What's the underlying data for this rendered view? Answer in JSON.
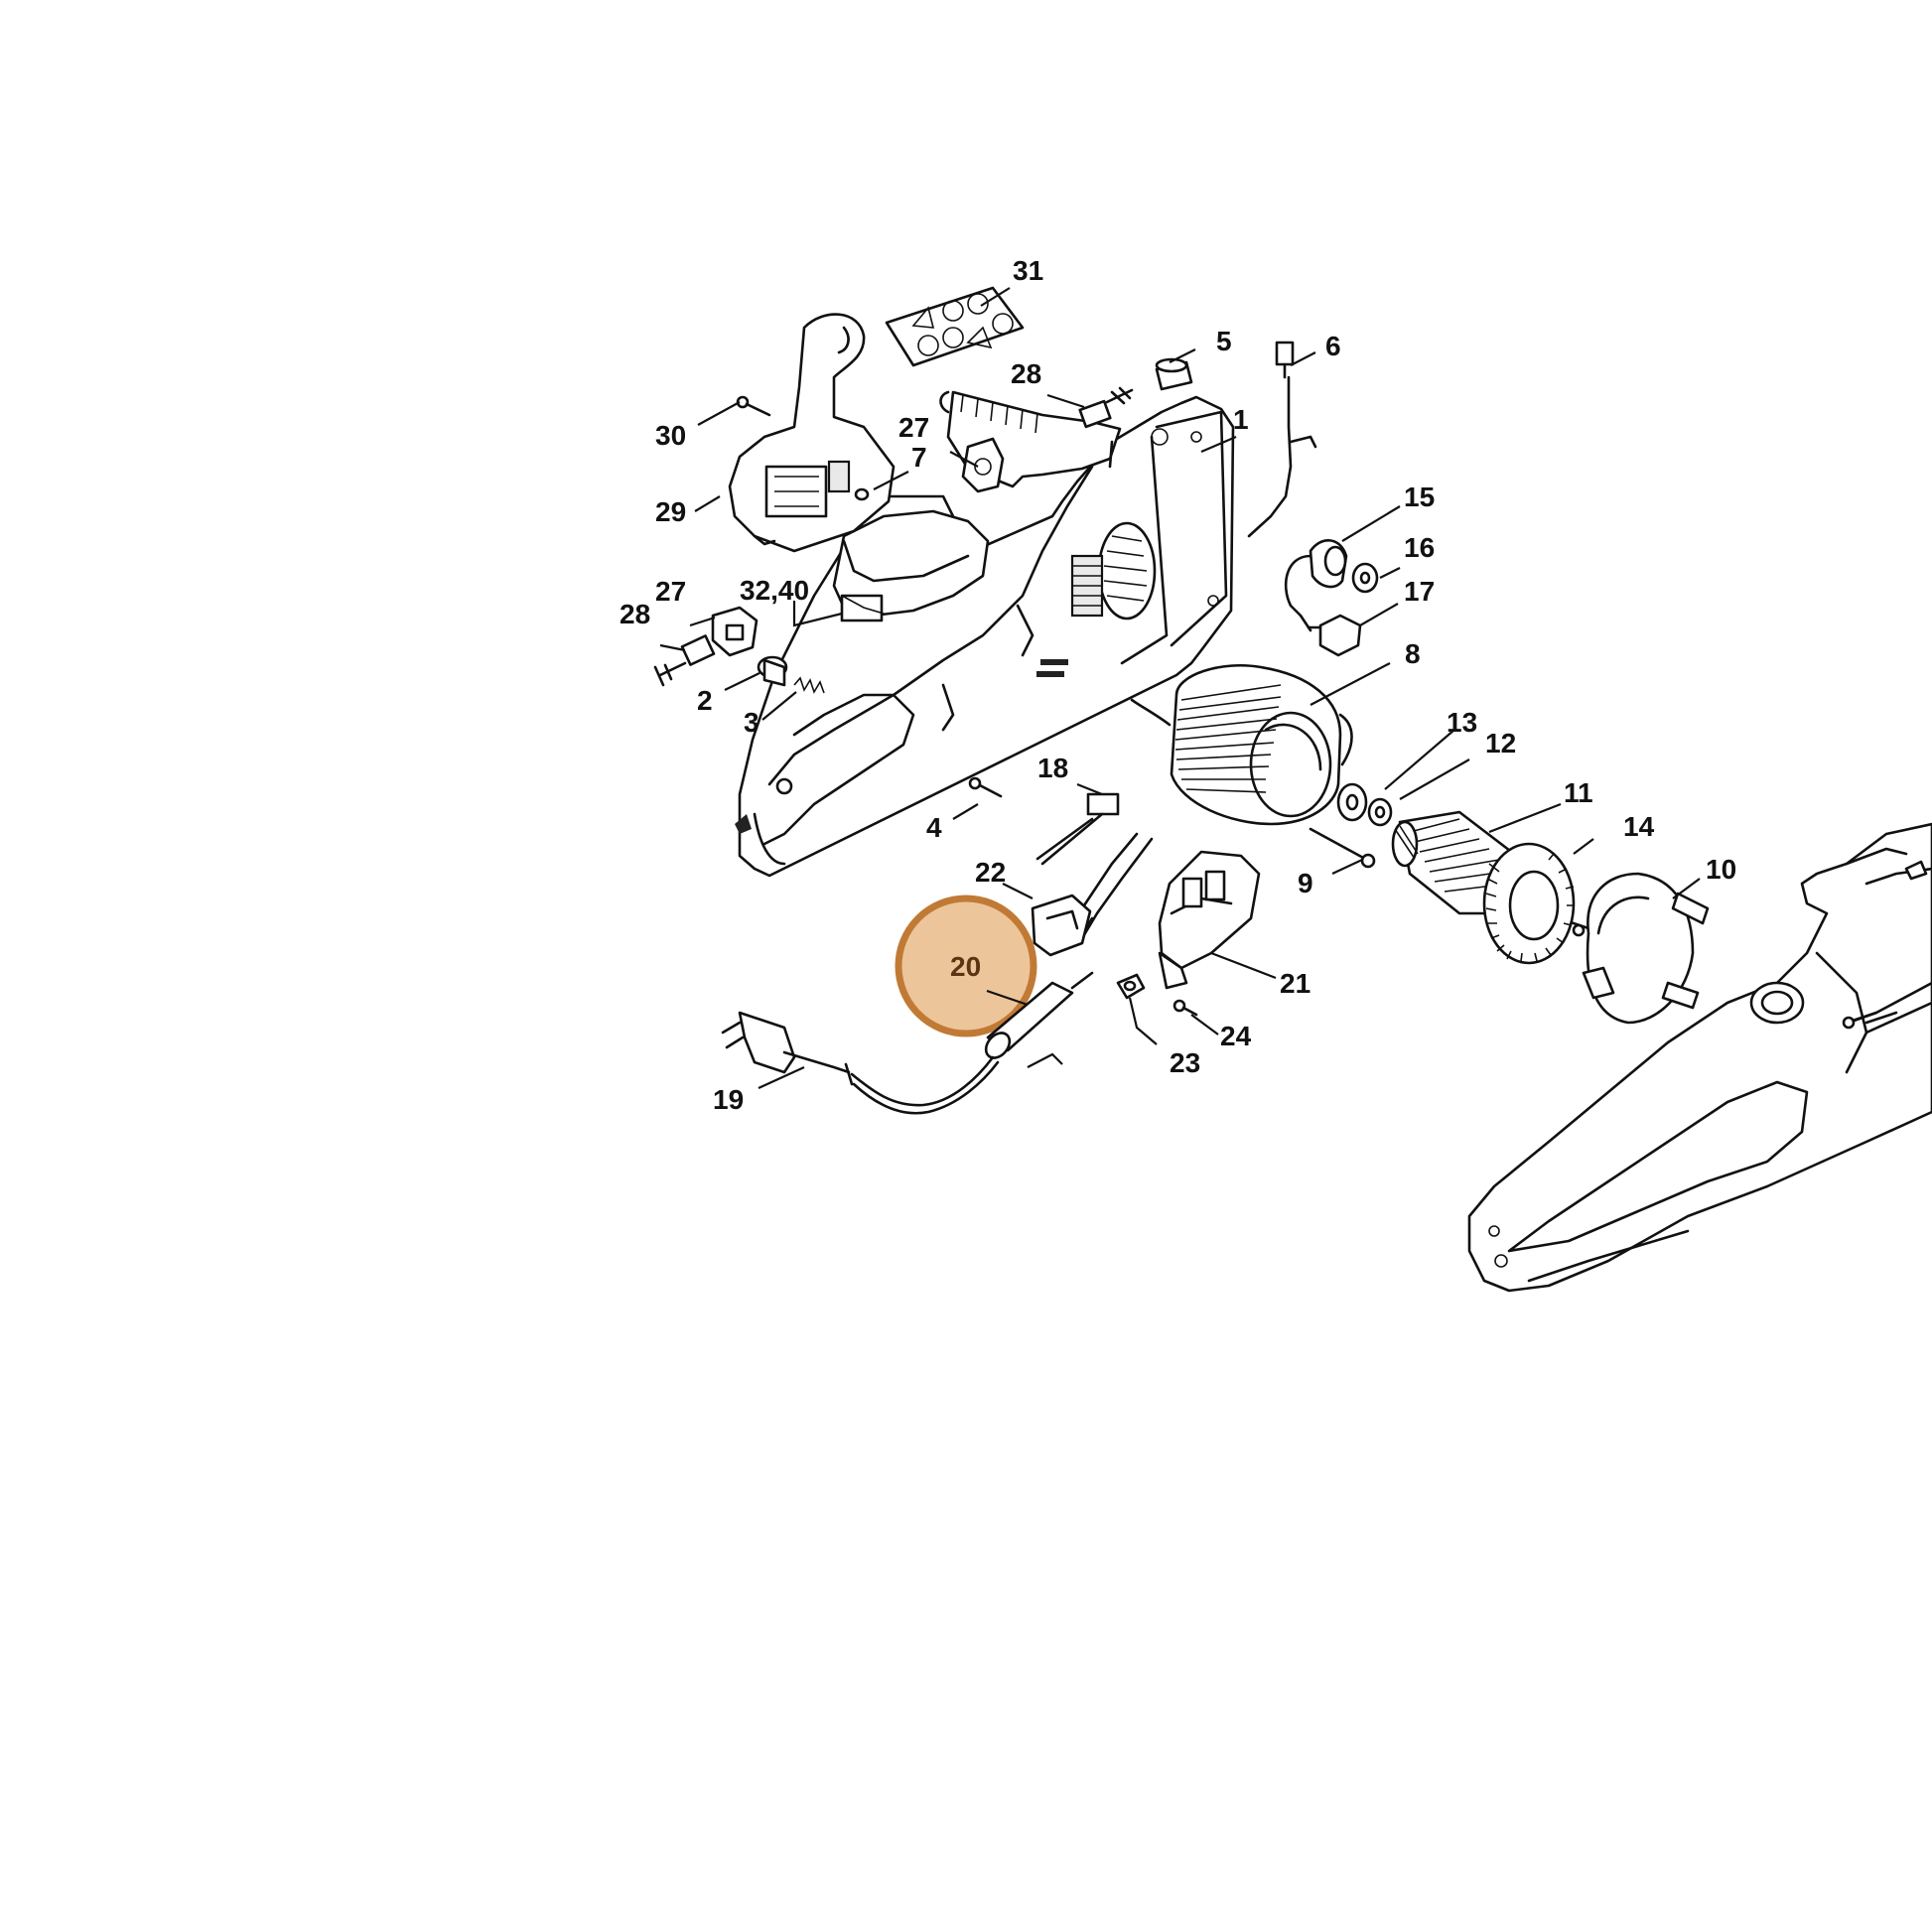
{
  "highlight": {
    "part": "20",
    "fill": "#edc59b",
    "stroke": "#c17a35"
  },
  "labels": {
    "p1": "1",
    "p2": "2",
    "p3": "3",
    "p4": "4",
    "p5": "5",
    "p6": "6",
    "p7": "7",
    "p8": "8",
    "p9": "9",
    "p10": "10",
    "p11": "11",
    "p12": "12",
    "p13": "13",
    "p14": "14",
    "p15": "15",
    "p16": "16",
    "p17": "17",
    "p18": "18",
    "p19": "19",
    "p20": "20",
    "p21": "21",
    "p22": "22",
    "p23": "23",
    "p24": "24",
    "p27a": "27",
    "p27b": "27",
    "p28a": "28",
    "p28b": "28",
    "p29": "29",
    "p30": "30",
    "p31": "31",
    "p3240": "32,40"
  }
}
